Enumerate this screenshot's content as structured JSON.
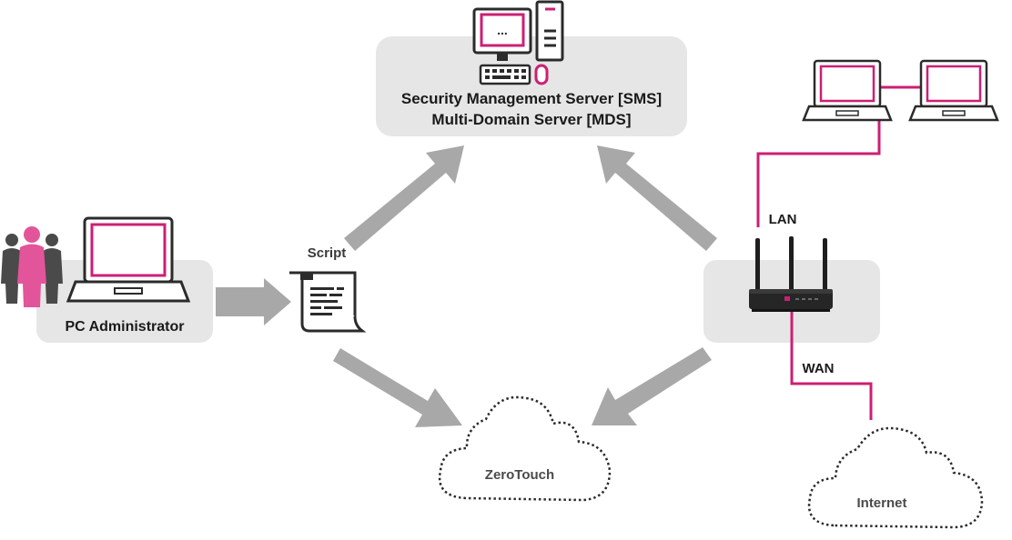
{
  "sms": {
    "line1": "Security Management Server [SMS]",
    "line2": "Multi-Domain Server [MDS]",
    "screen_text": "..."
  },
  "admin": {
    "label": "PC Administrator"
  },
  "script": {
    "label": "Script"
  },
  "zerotouch": {
    "label": "ZeroTouch"
  },
  "internet": {
    "label": "Internet"
  },
  "links": {
    "lan": "LAN",
    "wan": "WAN"
  },
  "colors": {
    "magenta": "#cc1f73",
    "box": "#e6e6e6",
    "arrow": "#a8a8a8",
    "dark": "#2b2b2b",
    "text": "#1a1a1a"
  },
  "icons": [
    "desktop-computer-icon",
    "laptop-icon",
    "people-icon",
    "script-document-icon",
    "router-gateway-icon",
    "cloud-icon"
  ]
}
